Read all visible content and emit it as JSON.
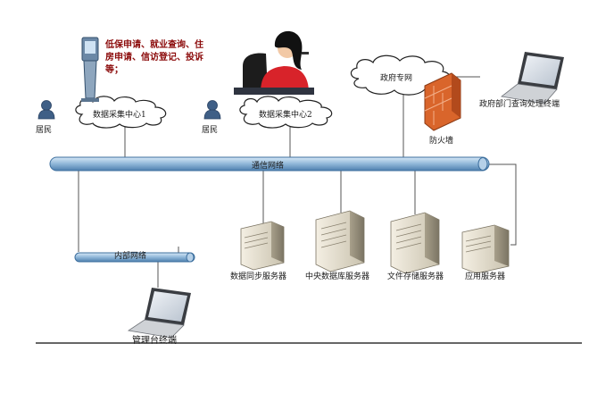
{
  "kiosk_services": [
    "低保申请、就业查询、住",
    "房申请、信访登记、投诉",
    "等；"
  ],
  "nodes": {
    "resident_1": "居民",
    "resident_2": "居民",
    "data_center_1": "数据采集中心1",
    "data_center_2": "数据采集中心2",
    "gov_network": "政府专网",
    "firewall": "防火墙",
    "gov_terminal": "政府部门查询处理终端",
    "telecom_network": "通信网络",
    "internal_network": "内部网络",
    "sync_server": "数据同步服务器",
    "central_db_server": "中央数据库服务器",
    "file_storage_server": "文件存储服务器",
    "app_server": "应用服务器",
    "management_terminal": "管理台终端"
  },
  "colors": {
    "bus_fill": "#8fb6d8",
    "bus_stroke": "#3d6f9e",
    "line": "#555555",
    "cloud_stroke": "#222222",
    "kiosk_text": "#8b0a0a",
    "firewall": "#d9652b"
  }
}
